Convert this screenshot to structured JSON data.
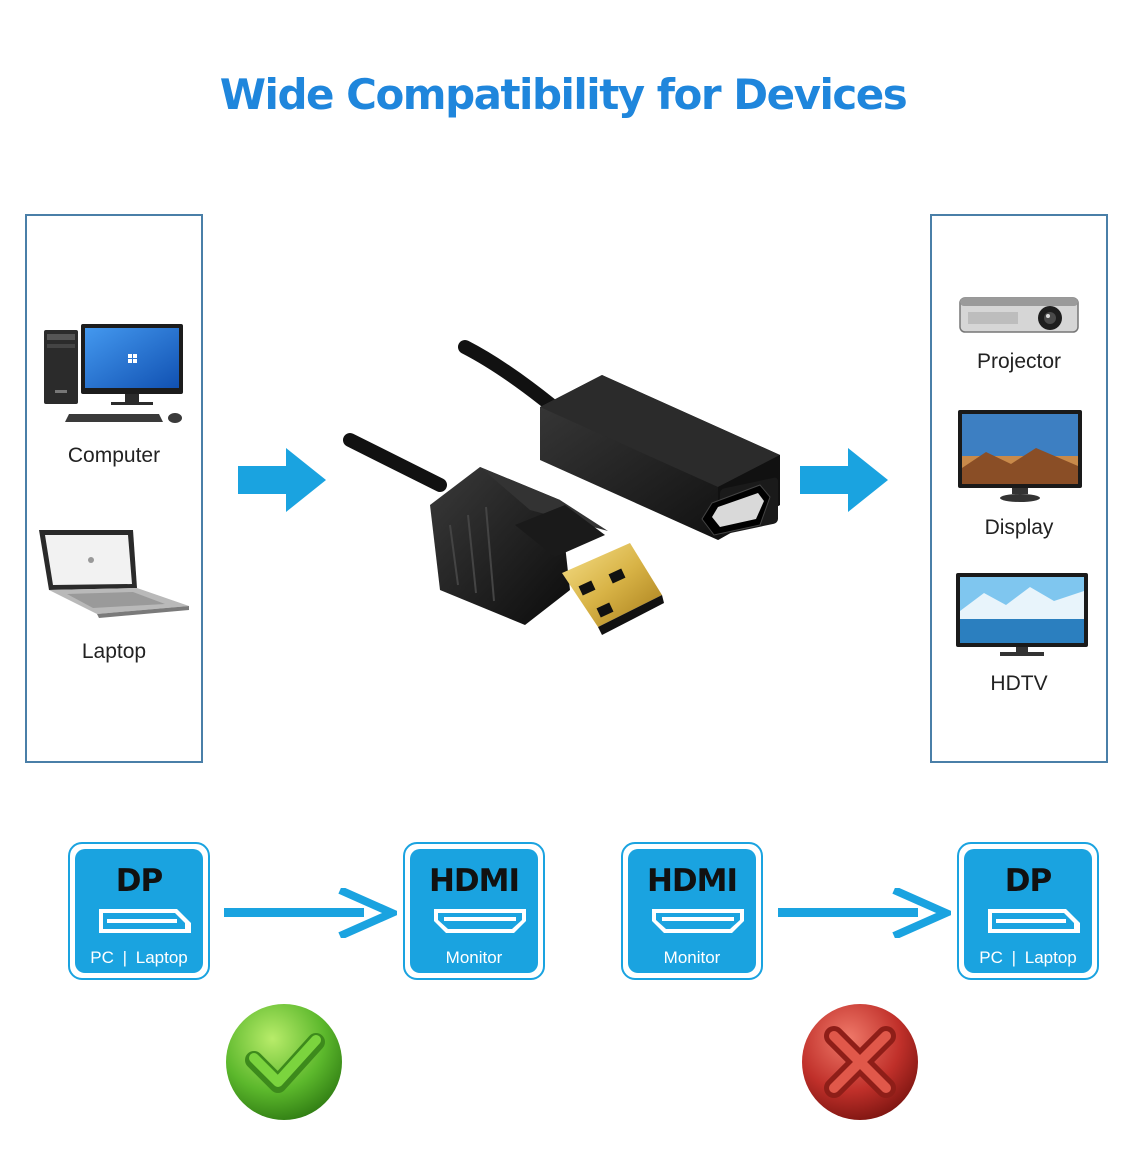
{
  "title": "Wide Compatibility for Devices",
  "colors": {
    "title": "#1f86dc",
    "arrow": "#1aa3e0",
    "panel_border": "#4a7fa8",
    "check": "#5cb82c",
    "cross": "#c0302a"
  },
  "source_devices": {
    "computer": {
      "label": "Computer",
      "icon": "desktop-computer-icon"
    },
    "laptop": {
      "label": "Laptop",
      "icon": "laptop-icon"
    }
  },
  "target_devices": {
    "projector": {
      "label": "Projector",
      "icon": "projector-icon"
    },
    "display": {
      "label": "Display",
      "icon": "monitor-icon"
    },
    "hdtv": {
      "label": "HDTV",
      "icon": "tv-icon"
    }
  },
  "compat": {
    "supported": {
      "from": {
        "title": "DP",
        "sub_left": "PC",
        "sub_sep": "|",
        "sub_right": "Laptop"
      },
      "to": {
        "title": "HDMI",
        "sub": "Monitor"
      },
      "status_icon": "check-icon"
    },
    "unsupported": {
      "from": {
        "title": "HDMI",
        "sub": "Monitor"
      },
      "to": {
        "title": "DP",
        "sub_left": "PC",
        "sub_sep": "|",
        "sub_right": "Laptop"
      },
      "status_icon": "cross-icon"
    }
  }
}
